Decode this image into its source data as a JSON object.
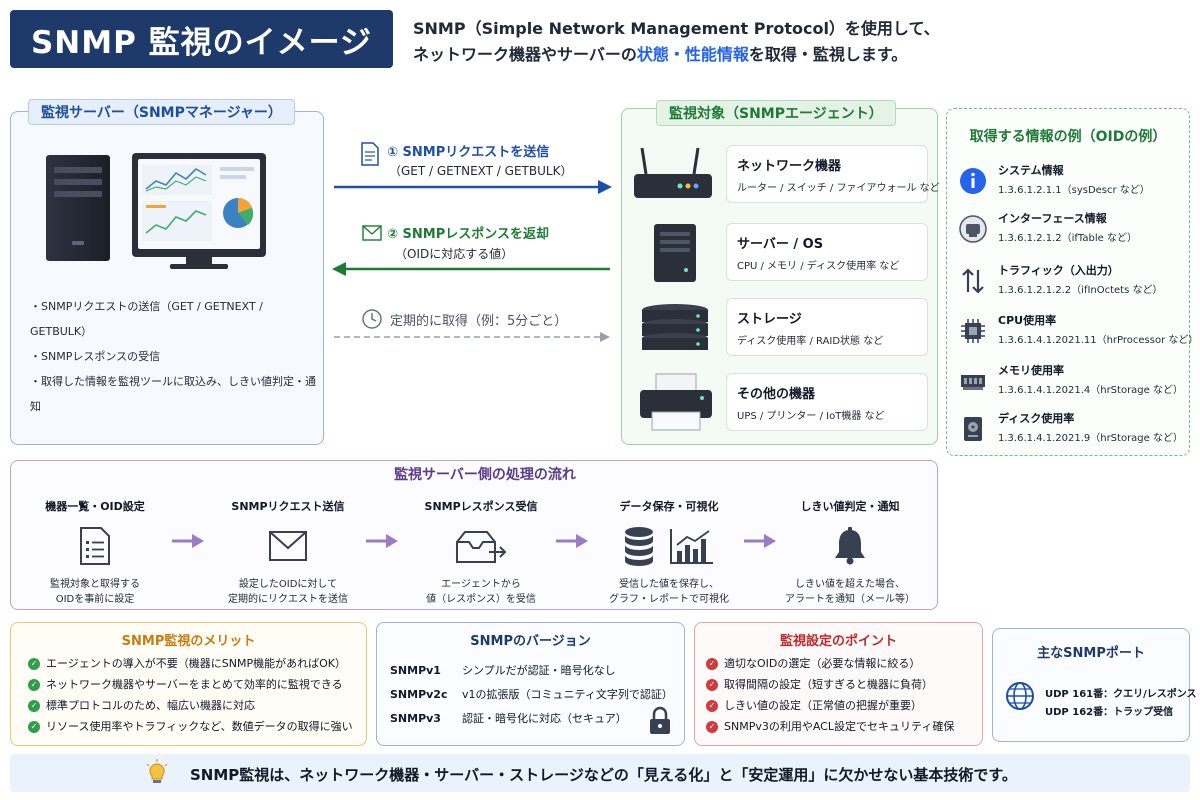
{
  "header": {
    "title": "SNMP 監視のイメージ",
    "desc_line1": "SNMP（Simple Network Management Protocol）を使用して、",
    "desc_line2_a": "ネットワーク機器やサーバーの",
    "desc_line2_b": "状態・性能情報",
    "desc_line2_c": "を取得・監視します。"
  },
  "manager": {
    "title": "監視サーバー（SNMPマネージャー）",
    "bullets": [
      "SNMPリクエストの送信（GET / GETNEXT / GETBULK）",
      "SNMPレスポンスの受信",
      "取得した情報を監視ツールに取込み、しきい値判定・通知"
    ]
  },
  "arrows": {
    "request_label": "① SNMPリクエストを送信",
    "request_sub": "（GET / GETNEXT / GETBULK）",
    "response_label": "② SNMPレスポンスを返却",
    "response_sub": "（OIDに対応する値）",
    "periodic_label": "定期的に取得（例：5分ごと）"
  },
  "agent": {
    "title": "監視対象（SNMPエージェント）",
    "devices": [
      {
        "name": "ネットワーク機器",
        "desc": "ルーター / スイッチ / ファイアウォール など"
      },
      {
        "name": "サーバー / OS",
        "desc": "CPU / メモリ / ディスク使用率 など"
      },
      {
        "name": "ストレージ",
        "desc": "ディスク使用率 / RAID状態 など"
      },
      {
        "name": "その他の機器",
        "desc": "UPS / プリンター / IoT機器 など"
      }
    ]
  },
  "oid": {
    "title": "取得する情報の例（OIDの例）",
    "items": [
      {
        "name": "システム情報",
        "value": "1.3.6.1.2.1.1（sysDescr など）",
        "icon": "info-icon"
      },
      {
        "name": "インターフェース情報",
        "value": "1.3.6.1.2.1.2（ifTable など）",
        "icon": "interface-icon"
      },
      {
        "name": "トラフィック（入出力）",
        "value": "1.3.6.1.2.1.2.2（ifInOctets など）",
        "icon": "traffic-icon"
      },
      {
        "name": "CPU使用率",
        "value": "1.3.6.1.4.1.2021.11（hrProcessor など）",
        "icon": "cpu-icon"
      },
      {
        "name": "メモリ使用率",
        "value": "1.3.6.1.4.1.2021.4（hrStorage など）",
        "icon": "memory-icon"
      },
      {
        "name": "ディスク使用率",
        "value": "1.3.6.1.4.1.2021.9（hrStorage など）",
        "icon": "disk-icon"
      }
    ]
  },
  "flow": {
    "title": "監視サーバー側の処理の流れ",
    "steps": [
      {
        "title": "機器一覧・OID設定",
        "desc": "監視対象と取得する\nOIDを事前に設定"
      },
      {
        "title": "SNMPリクエスト送信",
        "desc": "設定したOIDに対して\n定期的にリクエストを送信"
      },
      {
        "title": "SNMPレスポンス受信",
        "desc": "エージェントから\n値（レスポンス）を受信"
      },
      {
        "title": "データ保存・可視化",
        "desc": "受信した値を保存し、\nグラフ・レポートで可視化"
      },
      {
        "title": "しきい値判定・通知",
        "desc": "しきい値を超えた場合、\nアラートを通知（メール等）"
      }
    ]
  },
  "merits": {
    "title": "SNMP監視のメリット",
    "items": [
      "エージェントの導入が不要（機器にSNMP機能があればOK）",
      "ネットワーク機器やサーバーをまとめて効率的に監視できる",
      "標準プロトコルのため、幅広い機器に対応",
      "リソース使用率やトラフィックなど、数値データの取得に強い"
    ]
  },
  "versions": {
    "title": "SNMPのバージョン",
    "items": [
      {
        "name": "SNMPv1",
        "desc": "シンプルだが認証・暗号化なし"
      },
      {
        "name": "SNMPv2c",
        "desc": "v1の拡張版（コミュニティ文字列で認証）"
      },
      {
        "name": "SNMPv3",
        "desc": "認証・暗号化に対応（セキュア）"
      }
    ]
  },
  "points": {
    "title": "監視設定のポイント",
    "items": [
      "適切なOIDの選定（必要な情報に絞る）",
      "取得間隔の設定（短すぎると機器に負荷）",
      "しきい値の設定（正常値の把握が重要）",
      "SNMPv3の利用やACL設定でセキュリティ確保"
    ]
  },
  "ports": {
    "title": "主なSNMPポート",
    "items": [
      "UDP 161番：クエリ/レスポンス",
      "UDP 162番：トラップ受信"
    ]
  },
  "footer": {
    "text": "SNMP監視は、ネットワーク機器・サーバー・ストレージなどの「見える化」と「安定運用」に欠かせない基本技術です。"
  },
  "colors": {
    "title_bg": "#1e3a6b",
    "request_arrow": "#1d4fa8",
    "response_arrow": "#1f7a36",
    "periodic_arrow": "#9aa0a8",
    "flow_arrow": "#9b7cc4",
    "merit_check": "#2e9e4a",
    "point_check": "#d23b3b"
  }
}
